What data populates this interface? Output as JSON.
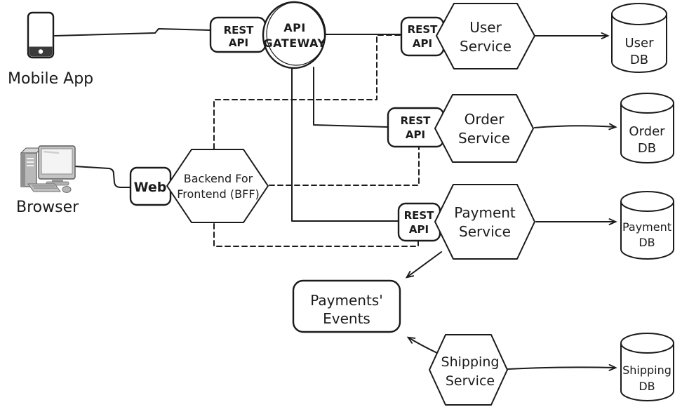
{
  "diagram": {
    "title": "Microservices architecture with API Gateway and BFF",
    "colors": {
      "ink": "#1b1b1b",
      "background": "#ffffff",
      "icon_gray": "#b9b9b9",
      "icon_dark_gray": "#8f8f8f",
      "phone_dark": "#3a3a3a"
    },
    "nodes": {
      "mobile_app": {
        "label": "Mobile App",
        "icon": "smartphone-icon"
      },
      "browser": {
        "label": "Browser",
        "icon": "desktop-computer-icon"
      },
      "mobile_rest_api": {
        "line1": "REST",
        "line2": "API"
      },
      "api_gateway": {
        "line1": "API",
        "line2": "GATEWAY"
      },
      "web": {
        "label": "Web"
      },
      "bff": {
        "line1": "Backend For",
        "line2": "Frontend (BFF)"
      },
      "user_rest_api": {
        "line1": "REST",
        "line2": "API"
      },
      "user_service": {
        "line1": "User",
        "line2": "Service"
      },
      "user_db": {
        "line1": "User",
        "line2": "DB"
      },
      "order_rest_api": {
        "line1": "REST",
        "line2": "API"
      },
      "order_service": {
        "line1": "Order",
        "line2": "Service"
      },
      "order_db": {
        "line1": "Order",
        "line2": "DB"
      },
      "payment_rest_api": {
        "line1": "REST",
        "line2": "API"
      },
      "payment_service": {
        "line1": "Payment",
        "line2": "Service"
      },
      "payment_db": {
        "line1": "Payment",
        "line2": "DB"
      },
      "payments_events": {
        "line1": "Payments'",
        "line2": "Events"
      },
      "shipping_service": {
        "line1": "Shipping",
        "line2": "Service"
      },
      "shipping_db": {
        "line1": "Shipping",
        "line2": "DB"
      }
    },
    "edges": [
      {
        "from": "mobile-app",
        "to": "mobile-rest-api",
        "style": "solid"
      },
      {
        "from": "browser",
        "to": "web",
        "style": "solid"
      },
      {
        "from": "api-gateway",
        "to": "user-rest-api",
        "style": "solid"
      },
      {
        "from": "api-gateway",
        "to": "order-rest-api",
        "style": "solid"
      },
      {
        "from": "api-gateway",
        "to": "payment-rest-api",
        "style": "solid"
      },
      {
        "from": "bff",
        "to": "user-rest-api",
        "style": "dashed"
      },
      {
        "from": "bff",
        "to": "order-rest-api",
        "style": "dashed"
      },
      {
        "from": "bff",
        "to": "payment-rest-api",
        "style": "dashed"
      },
      {
        "from": "user-service",
        "to": "user-db",
        "style": "arrow"
      },
      {
        "from": "order-service",
        "to": "order-db",
        "style": "arrow"
      },
      {
        "from": "payment-service",
        "to": "payment-db",
        "style": "arrow"
      },
      {
        "from": "payment-service",
        "to": "payments-events",
        "style": "arrow"
      },
      {
        "from": "shipping-service",
        "to": "payments-events",
        "style": "arrow"
      },
      {
        "from": "shipping-service",
        "to": "shipping-db",
        "style": "arrow"
      }
    ]
  }
}
